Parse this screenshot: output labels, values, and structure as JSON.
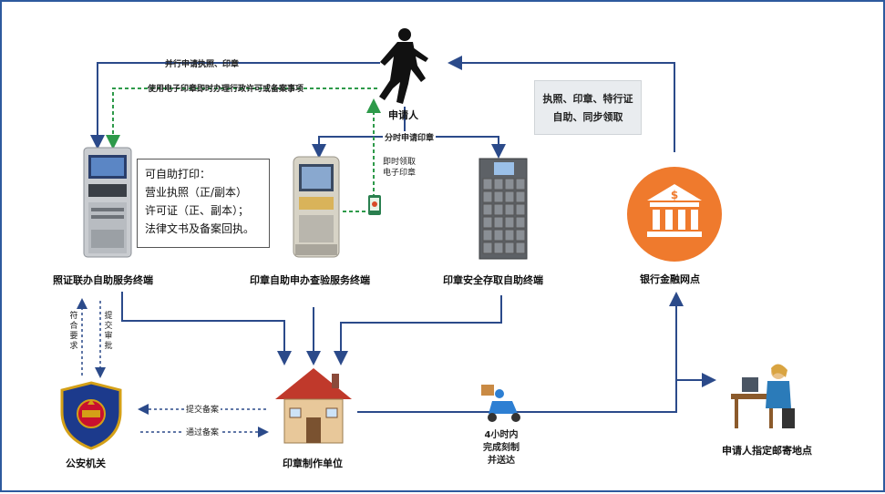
{
  "applicant": {
    "label": "申请人"
  },
  "flow_labels": {
    "parallel_apply": "并行申请执照、印章",
    "use_e_seal": "使用电子印章即时办理行政许可或备案事项",
    "time_split_apply": "分时申请印章",
    "instant_e_seal_line1": "即时领取",
    "instant_e_seal_line2": "电子印章",
    "submit_filing": "提交备案",
    "pass_filing": "通过备案",
    "comply_req": "符合要求",
    "submit_review": "提交审批",
    "delivery_line1": "4小时内",
    "delivery_line2": "完成刻制",
    "delivery_line3": "并送达"
  },
  "bank_box": {
    "line1": "执照、印章、特行证",
    "line2": "自助、同步领取"
  },
  "info_box": {
    "line1": "可自助打印：",
    "line2": "营业执照（正/副本）",
    "line3": "许可证（正、副本）；",
    "line4": "法律文书及备案回执。"
  },
  "nodes": {
    "license_terminal": "照证联办自助服务终端",
    "seal_apply_terminal": "印章自助申办查验服务终端",
    "seal_storage_terminal": "印章安全存取自助终端",
    "bank": "银行金融网点",
    "police": "公安机关",
    "seal_maker": "印章制作单位",
    "mail_location": "申请人指定邮寄地点"
  },
  "icons": {
    "applicant": "walking-person-icon",
    "bank": "bank-building-icon",
    "police": "police-badge-icon",
    "house": "house-icon",
    "courier": "delivery-scooter-icon",
    "desk": "office-worker-icon",
    "phone": "phone-e-seal-icon"
  },
  "colors": {
    "solid_arrow": "#2b4a8a",
    "dashed_arrow": "#2e9a4a",
    "bank_orange": "#ef7a2d",
    "border": "#2e5a9e"
  }
}
